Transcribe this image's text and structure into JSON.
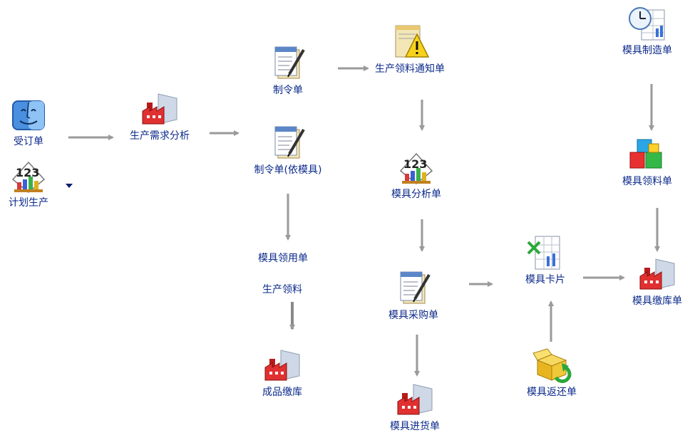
{
  "colors": {
    "label": "#0b2a8a",
    "arrow": "#9a9a9a"
  },
  "nodes": {
    "order": {
      "label": "受订单",
      "icon": "finder-icon"
    },
    "plan": {
      "label": "计划生产",
      "icon": "chart-123-icon"
    },
    "demand": {
      "label": "生产需求分析",
      "icon": "factory-icon"
    },
    "work_order": {
      "label": "制令单",
      "icon": "document-pen-icon"
    },
    "work_order_mold": {
      "label": "制令单(依模具)",
      "icon": "document-pen-icon"
    },
    "material_notice": {
      "label": "生产领料通知单",
      "icon": "warning-document-icon"
    },
    "mold_analysis": {
      "label": "模具分析单",
      "icon": "chart-123-icon"
    },
    "mold_purchase": {
      "label": "模具采购单",
      "icon": "document-pen-icon"
    },
    "mold_receipt": {
      "label": "模具进货单",
      "icon": "factory-icon"
    },
    "mold_card": {
      "label": "模具卡片",
      "icon": "spreadsheet-icon"
    },
    "mold_return": {
      "label": "模具返还单",
      "icon": "box-return-icon"
    },
    "mold_make": {
      "label": "模具制造单",
      "icon": "clock-spreadsheet-icon"
    },
    "mold_pick": {
      "label": "模具领料单",
      "icon": "cubes-icon"
    },
    "mold_stock": {
      "label": "模具缴库单",
      "icon": "factory-icon"
    },
    "finished_stock": {
      "label": "成品缴库",
      "icon": "factory-icon"
    }
  },
  "texts": {
    "mold_use": "模具领用单",
    "production_pick": "生产领料"
  }
}
